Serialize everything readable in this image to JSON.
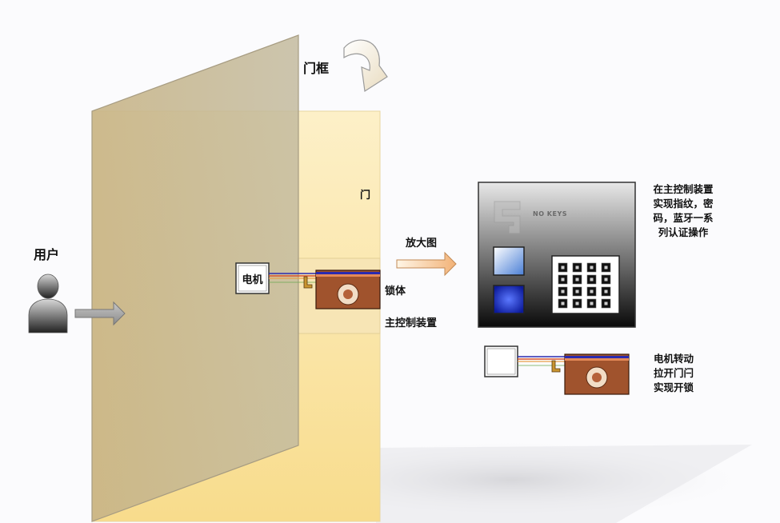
{
  "labels": {
    "user": "用户",
    "door_frame": "门框",
    "door": "门",
    "motor": "电机",
    "lock_body": "锁体",
    "main_controller": "主控制装置",
    "zoom": "放大图",
    "panel_brand": "NO KEYS",
    "controller_note": [
      "在主控制装置",
      "实现指纹，密",
      "码，蓝牙一系",
      "列认证操作"
    ],
    "motor_note": [
      "电机转动",
      "拉开门闩",
      "实现开锁"
    ]
  },
  "keypad_keys": 16,
  "colors": {
    "door": "#fbe3a4",
    "door_frame": "#fdebbb",
    "lock_body": "#a0532d",
    "panel_top": "#e6e6e6",
    "panel_bottom": "#0e0e0e",
    "wire_blue": "#2a2ab0",
    "wire_red": "#d8522a",
    "wire_orange": "#e9a04a",
    "wire_green": "#6aa84f"
  },
  "icons": [
    "user-silhouette-icon",
    "rotate-arrow-icon",
    "right-arrow-icon",
    "zoom-arrow-icon",
    "fingerprint-logo-icon"
  ]
}
